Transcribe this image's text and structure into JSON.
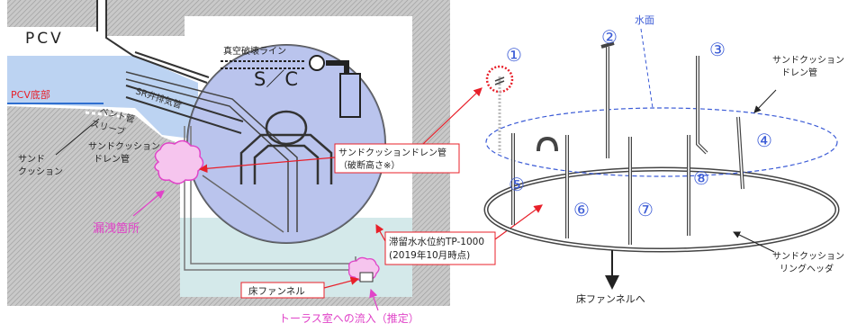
{
  "colors": {
    "accent_red": "#e8202a",
    "accent_magenta": "#e044c8",
    "accent_blue": "#3b5bd6",
    "water_blue": "#bcd3f2",
    "sc_fill": "#c9cff0",
    "concrete_gray": "#bfbfbf",
    "pcv_floor_line": "#2f6fd0"
  },
  "left_diagram": {
    "pcv_label": "PCV",
    "pcv_floor_label": "PCV底部",
    "vacuum_break_line_label": "真空破壊ライン",
    "sc_label": "S／C",
    "sr_pipe_label": "SR弁排気管",
    "vent_sleeve_label_1": "ベント管",
    "vent_sleeve_label_2": "スリーブ",
    "sand_drain_label_1": "サンドクッション",
    "sand_drain_label_2": "ドレン管",
    "sand_cushion_label_1": "サンド",
    "sand_cushion_label_2": "クッション",
    "leak_label": "漏洩箇所",
    "callout_drain_1": "サンドクッションドレン管",
    "callout_drain_2": "（破断高さ※）",
    "callout_water_1": "滞留水水位約TP-1000",
    "callout_water_2": "(2019年10月時点)",
    "floor_funnel_label": "床ファンネル",
    "torus_inflow_label": "トーラス室への流入（推定）"
  },
  "right_diagram": {
    "water_surface_label": "水面",
    "numbers": [
      "①",
      "②",
      "③",
      "④",
      "⑤",
      "⑥",
      "⑦",
      "⑧"
    ],
    "drain_pipe_label_1": "サンドクッション",
    "drain_pipe_label_2": "ドレン管",
    "ring_header_label_1": "サンドクッション",
    "ring_header_label_2": "リングヘッダ",
    "to_funnel_label": "床ファンネルへ"
  }
}
